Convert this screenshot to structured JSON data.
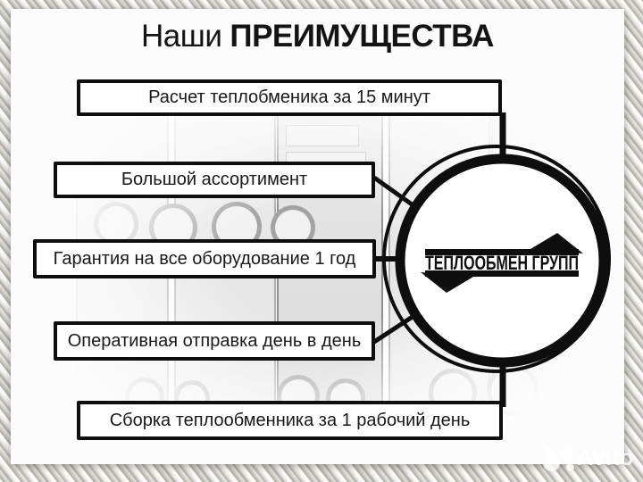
{
  "title": {
    "prefix": "Наши",
    "emphasis": "ПРЕИМУЩЕСТВА"
  },
  "advantages": [
    {
      "label": "Расчет теплобменика за 15 минут"
    },
    {
      "label": "Большой ассортимент"
    },
    {
      "label": "Гарантия на все оборудование 1 год"
    },
    {
      "label": "Оперативная отправка день в день"
    },
    {
      "label": "Сборка теплообменника за 1 рабочий день"
    }
  ],
  "logo": {
    "text": "ТЕПЛООБМЕН ГРУПП",
    "arrow_top": "arrow-right",
    "arrow_bottom": "arrow-left"
  },
  "watermark": {
    "text": "Avito"
  },
  "colors": {
    "ink": "#0e0e0e",
    "panel": "#fcfcfc",
    "border_metal": "#ccc9c3",
    "watermark": "rgba(255,255,255,0.82)"
  }
}
